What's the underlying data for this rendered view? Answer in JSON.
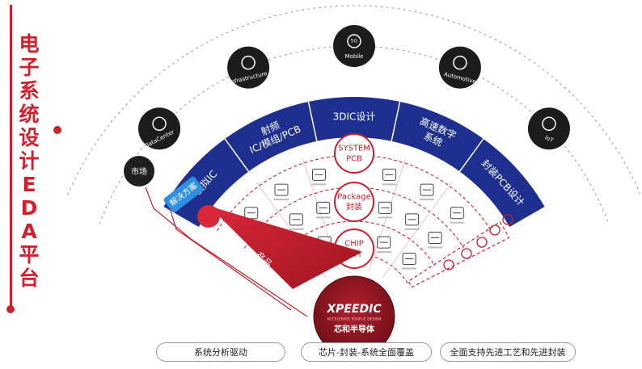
{
  "title_chars": [
    "电",
    "子",
    "系",
    "统",
    "设",
    "计",
    "E",
    "D",
    "A",
    "平",
    "台"
  ],
  "icons": [
    {
      "label": "DataCenter",
      "icon": "cloud-server-icon"
    },
    {
      "label": "Infrastructure",
      "icon": "cell-tower-icon"
    },
    {
      "label": "Mobile",
      "icon": "phone-5g-icon",
      "badge": "5G"
    },
    {
      "label": "Automotive",
      "icon": "car-icon"
    },
    {
      "label": "IoT",
      "icon": "network-node-icon"
    }
  ],
  "market_label": "市场",
  "solution_label": "解决方案",
  "product_label": "产品",
  "blue_band": {
    "segments": [
      {
        "lines": [
          "模拟IC"
        ]
      },
      {
        "lines": [
          "射频",
          "IC/模组/PCB"
        ]
      },
      {
        "lines": [
          "3DIC设计"
        ]
      },
      {
        "lines": [
          "高速数字",
          "系统"
        ]
      },
      {
        "lines": [
          "封装PCB设计"
        ]
      }
    ]
  },
  "center_nodes": [
    {
      "lines": [
        "SYSTEM",
        "PCB"
      ]
    },
    {
      "lines": [
        "Package",
        "封装"
      ]
    },
    {
      "lines": [
        "CHIP",
        "芯片"
      ]
    }
  ],
  "brand": {
    "name": "XPEEDIC",
    "tagline": "ACCELERATE YOUR IC DESIGN",
    "cn": "芯和半导体"
  },
  "bottom_pills": [
    "系统分析驱动",
    "芯片-封装-系统全面覆盖",
    "全面支持先进工艺和先进封装"
  ],
  "colors": {
    "red": "#c8202c",
    "dark_red": "#8e1420",
    "blue": "#1e2f8f",
    "light_blue": "#2f8fe0"
  }
}
